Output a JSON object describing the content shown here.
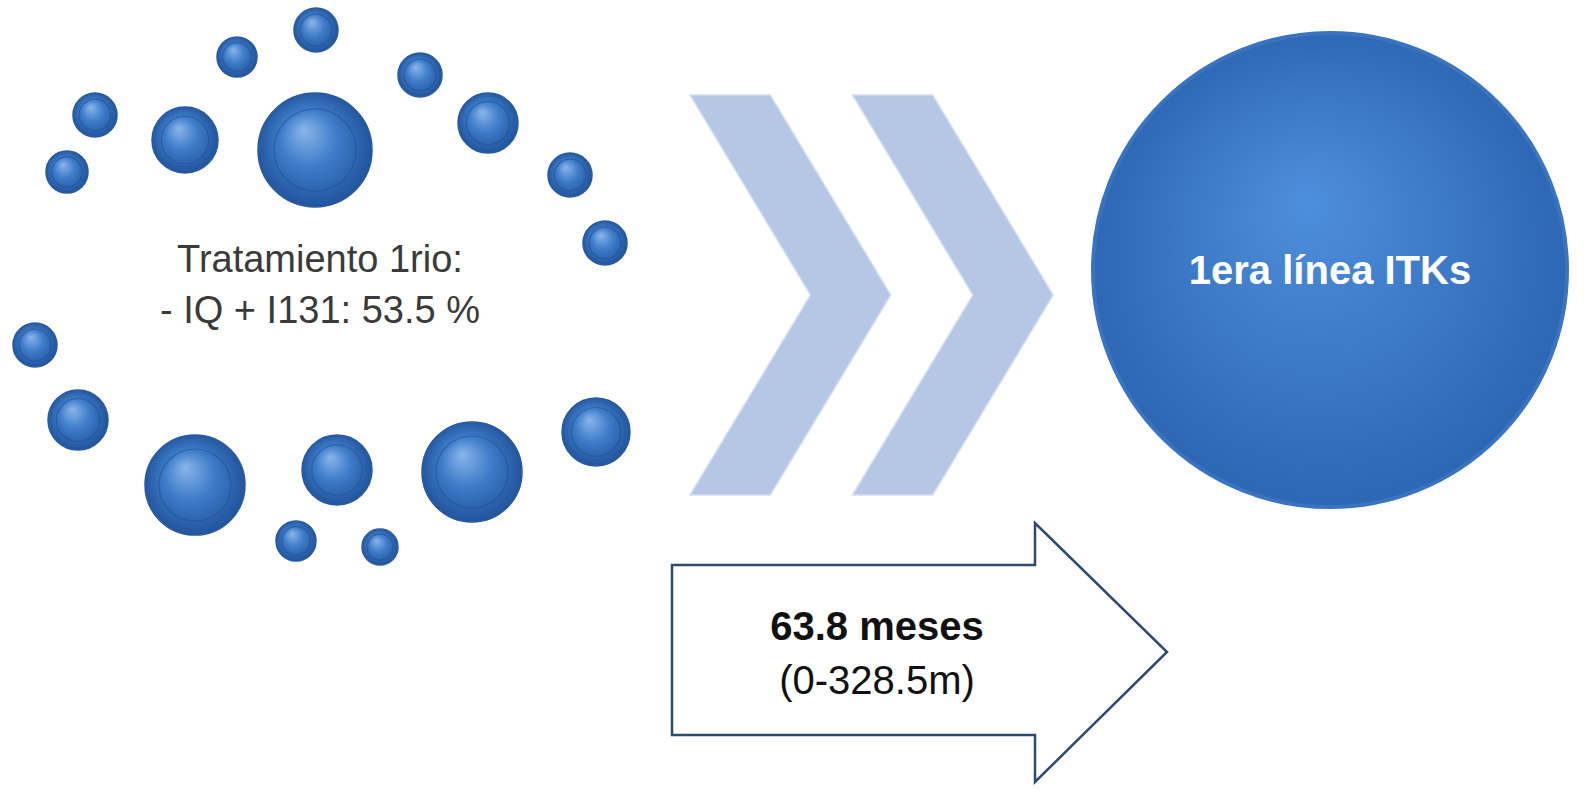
{
  "diagram": {
    "nodes": [
      {
        "text": [
          "Tratamiento 1rio:",
          "- IQ + I131: 53.5 %"
        ]
      },
      {
        "text": [
          "1era línea ITKs"
        ]
      },
      {
        "text": [
          "63.8 meses",
          "(0-328.5m)"
        ]
      }
    ],
    "edges": [
      {
        "from": 0,
        "to": 1,
        "arrow": "to"
      }
    ]
  }
}
